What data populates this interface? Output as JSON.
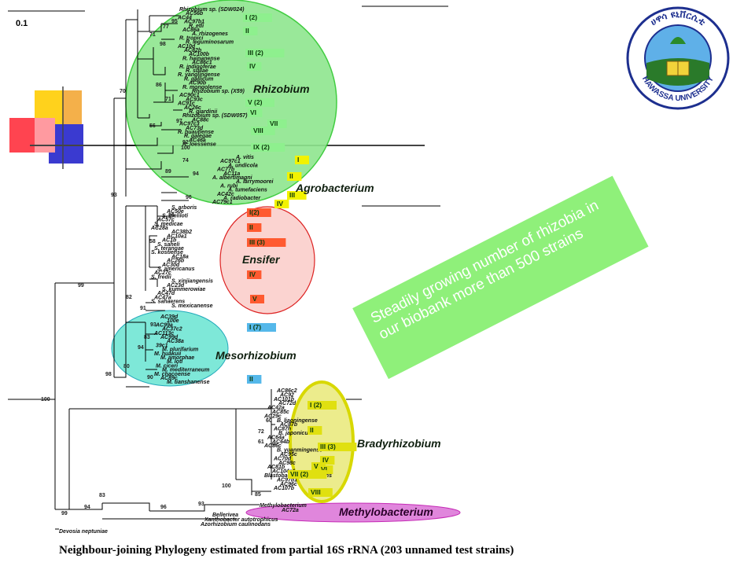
{
  "scale": "0.1",
  "caption": "Neighbour-joining Phylogeny estimated  from  partial 16S rRNA (203 unnamed test strains)",
  "banner": "Steadily growing number of rhizobia in our biobank more than 500 strains",
  "logo": {
    "top_text": "ሀዋሳ ዩኒቨርሲቲ",
    "bottom_text": "HAWASSA UNIVERSITY",
    "icon": "university-seal"
  },
  "outgroup": "Devosia neptuniae",
  "colors": {
    "rhizobium": "#6fd36f",
    "agrobacterium": "#e8f000",
    "ensifer": "#e8341a",
    "mesorhizobium": "#55b8ea",
    "bradyrhizobium": "#c8c800",
    "methylobacterium": "#d53ec4",
    "banner": "#8ff07a"
  },
  "genera": [
    {
      "name": "Rhizobium",
      "color": "#2dc82d"
    },
    {
      "name": "Agrobacterium",
      "color": "#e8f000"
    },
    {
      "name": "Ensifer",
      "color": "#e8341a"
    },
    {
      "name": "Mesorhizobium",
      "color": "#40c8e0"
    },
    {
      "name": "Bradyrhizobium",
      "color": "#d8d800"
    },
    {
      "name": "Methylobacterium",
      "color": "#d53ec4"
    }
  ],
  "groups": {
    "rhizobium": [
      "I (2)",
      "II",
      "III (2)",
      "IV",
      "V (2)",
      "VI",
      "VII",
      "VIII",
      "IX (2)"
    ],
    "agrobacterium": [
      "I",
      "II",
      "III",
      "IV"
    ],
    "ensifer": [
      "I(2)",
      "II",
      "III (3)",
      "IV",
      "V"
    ],
    "mesorhizobium": [
      "I (7)",
      "II"
    ],
    "bradyrhizobium": [
      "I (2)",
      "II",
      "III (3)",
      "IV",
      "V",
      "VI",
      "VII (2)",
      "VIII"
    ]
  },
  "bootstrap": [
    "95",
    "77",
    "71",
    "98",
    "86",
    "71",
    "56",
    "97",
    "92",
    "100",
    "74",
    "89",
    "94",
    "96",
    "70",
    "93",
    "89",
    "58",
    "82",
    "91",
    "99",
    "93",
    "83",
    "94",
    "80",
    "90",
    "98",
    "100",
    "60",
    "72",
    "61",
    "100",
    "85",
    "83",
    "96",
    "93",
    "94",
    "99"
  ],
  "leaves": {
    "rhizobium": [
      "Rhizobium sp. (SDW024)",
      "AC56b",
      "AC44",
      "AC97b1",
      "R. etli",
      "AC86a",
      "A. rhizogenes",
      "R. tropici",
      "R. leguminosarum",
      "AC10d",
      "AC82b",
      "AC100b",
      "R. hainanense",
      "AC86c1",
      "R. indigoferae",
      "R. sullae",
      "R. yanglingense",
      "R. gallicum",
      "AC90b",
      "R. mongolense",
      "Rhizobium sp. (X59)",
      "AC90c1",
      "AC93c",
      "AC91c",
      "AC26c",
      "R. giardinii",
      "Rhizobium sp. (SDW057)",
      "AC88c",
      "AC97c3",
      "AC73d",
      "R. huautlense",
      "R. galegae",
      "AC46a",
      "R. loessense"
    ],
    "agrobacterium": [
      "A. vitis",
      "AC97c1",
      "A. undicola",
      "AC77b",
      "AC11a",
      "A. albertimagni",
      "A. larrymoorei",
      "A. rubi",
      "A. tumefaciens",
      "AC42c",
      "A. radiobacter",
      "AC79c1"
    ],
    "ensifer": [
      "S. arboris",
      "AC50e",
      "S. meliloti",
      "AC57c",
      "S. medicae",
      "AC28a",
      "AC38b2",
      "AC10a1",
      "AC1b",
      "S. saheli",
      "S. terangae",
      "S. kostiense",
      "AC18a",
      "AC26b",
      "AC30d",
      "S. americanus",
      "AC27c",
      "S. fredii",
      "S. xinjiangensis",
      "AC23d",
      "S. kummerowiae",
      "AC47d",
      "AC47a",
      "S. sahaerens",
      "S. mexicanense"
    ],
    "mesorhizobium": [
      "AC39d",
      "100e",
      "AC99a",
      "AC37c2",
      "AC113c",
      "AC99d",
      "AC38a",
      "39c1",
      "M. plurifarium",
      "M. huakuii",
      "M. amorphae",
      "M. loti",
      "M. ciceri",
      "M. mediterraneum",
      "M. chacoense",
      "AC89c",
      "M. tianshanense"
    ],
    "bradyrhizobium": [
      "AC86c2",
      "AC92",
      "AC101b",
      "AC72d",
      "AC42a",
      "AC85c",
      "AC29c",
      "B. liaoningense",
      "AC87b",
      "AC87h",
      "B. japonicum",
      "AC64a",
      "AC64b",
      "AC86c",
      "B. yuanmingense",
      "AC95c",
      "AC70d",
      "AC98c",
      "AC81b",
      "AC104c1",
      "Blastobacter denitrificans",
      "AC97b1",
      "AC96c",
      "AC107b"
    ],
    "others": [
      "Methylobacterium",
      "AC72a",
      "Bellerivea",
      "Xanthobacter autotrophicus",
      "Azorhizobium caulinodans"
    ]
  }
}
